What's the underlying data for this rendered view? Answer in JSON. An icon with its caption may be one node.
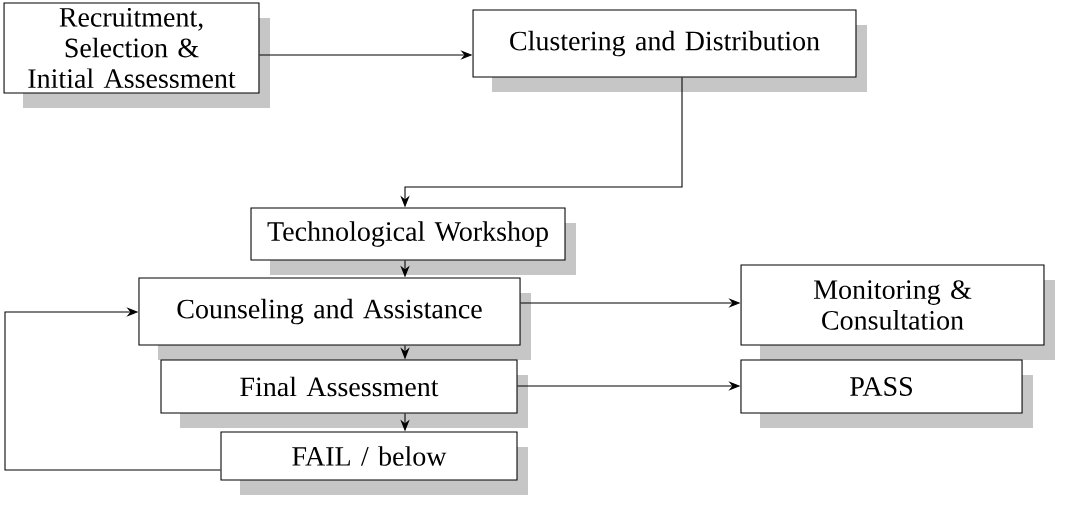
{
  "diagram": {
    "nodes": [
      {
        "text": [
          "Recruitment, Selection & Initial Assessment"
        ]
      },
      {
        "text": [
          "Clustering and Distribution"
        ]
      },
      {
        "text": [
          "Technological Workshop"
        ]
      },
      {
        "text": [
          "Counseling and Assistance"
        ]
      },
      {
        "text": [
          "Monitoring & Consultation"
        ]
      },
      {
        "text": [
          "Final Assessment"
        ]
      },
      {
        "text": [
          "PASS"
        ]
      },
      {
        "text": [
          "FAIL / below"
        ]
      }
    ],
    "edges": [
      {
        "from": 0,
        "to": 1,
        "arrow": "to"
      },
      {
        "from": 1,
        "to": 2,
        "arrow": "to"
      },
      {
        "from": 2,
        "to": 3,
        "arrow": "to"
      },
      {
        "from": 3,
        "to": 4,
        "arrow": "to"
      },
      {
        "from": 3,
        "to": 5,
        "arrow": "to"
      },
      {
        "from": 5,
        "to": 6,
        "arrow": "to"
      },
      {
        "from": 5,
        "to": 7,
        "arrow": "to"
      },
      {
        "from": 7,
        "to": 3,
        "arrow": "to"
      }
    ]
  }
}
